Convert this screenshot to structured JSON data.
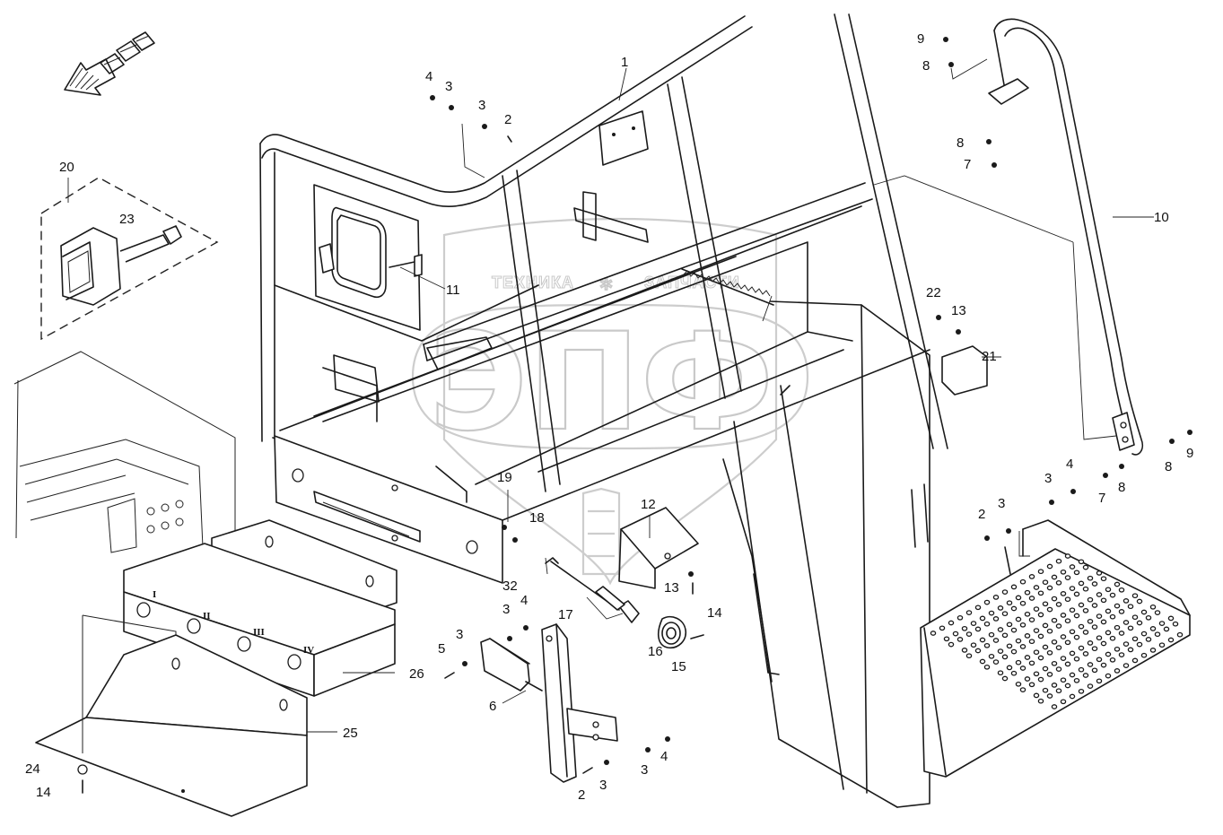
{
  "watermark": {
    "brand_left": "ТЕХНИКА",
    "brand_right": "ЗАПЧАСТИ",
    "logo_letters": "ЭПФ"
  },
  "callouts": [
    {
      "id": "c1",
      "text": "1"
    },
    {
      "id": "c2a",
      "text": "2"
    },
    {
      "id": "c3a",
      "text": "3"
    },
    {
      "id": "c3b",
      "text": "3"
    },
    {
      "id": "c4a",
      "text": "4"
    },
    {
      "id": "c9a",
      "text": "9"
    },
    {
      "id": "c8a",
      "text": "8"
    },
    {
      "id": "c8b",
      "text": "8"
    },
    {
      "id": "c7a",
      "text": "7"
    },
    {
      "id": "c10",
      "text": "10"
    },
    {
      "id": "c20",
      "text": "20"
    },
    {
      "id": "c23",
      "text": "23"
    },
    {
      "id": "c11",
      "text": "11"
    },
    {
      "id": "c22",
      "text": "22"
    },
    {
      "id": "c13a",
      "text": "13"
    },
    {
      "id": "c21",
      "text": "21"
    },
    {
      "id": "c8c",
      "text": "8"
    },
    {
      "id": "c9b",
      "text": "9"
    },
    {
      "id": "c7b",
      "text": "7"
    },
    {
      "id": "c8d",
      "text": "8"
    },
    {
      "id": "c3c",
      "text": "3"
    },
    {
      "id": "c4b",
      "text": "4"
    },
    {
      "id": "c2b",
      "text": "2"
    },
    {
      "id": "c3d",
      "text": "3"
    },
    {
      "id": "c19",
      "text": "19"
    },
    {
      "id": "c18",
      "text": "18"
    },
    {
      "id": "c12",
      "text": "12"
    },
    {
      "id": "c32",
      "text": "32"
    },
    {
      "id": "c17",
      "text": "17"
    },
    {
      "id": "c13b",
      "text": "13"
    },
    {
      "id": "c14a",
      "text": "14"
    },
    {
      "id": "c16",
      "text": "16"
    },
    {
      "id": "c15",
      "text": "15"
    },
    {
      "id": "c3e",
      "text": "3"
    },
    {
      "id": "c4c",
      "text": "4"
    },
    {
      "id": "c5",
      "text": "5"
    },
    {
      "id": "c3f",
      "text": "3"
    },
    {
      "id": "c6",
      "text": "6"
    },
    {
      "id": "c26",
      "text": "26"
    },
    {
      "id": "c25",
      "text": "25"
    },
    {
      "id": "c24",
      "text": "24"
    },
    {
      "id": "c14b",
      "text": "14"
    },
    {
      "id": "c2c",
      "text": "2"
    },
    {
      "id": "c3g",
      "text": "3"
    },
    {
      "id": "c3h",
      "text": "3"
    },
    {
      "id": "c4d",
      "text": "4"
    }
  ],
  "roman_marks": [
    {
      "id": "r1",
      "text": "I"
    },
    {
      "id": "r2",
      "text": "II"
    },
    {
      "id": "r3",
      "text": "III"
    },
    {
      "id": "r4",
      "text": "IV"
    }
  ]
}
